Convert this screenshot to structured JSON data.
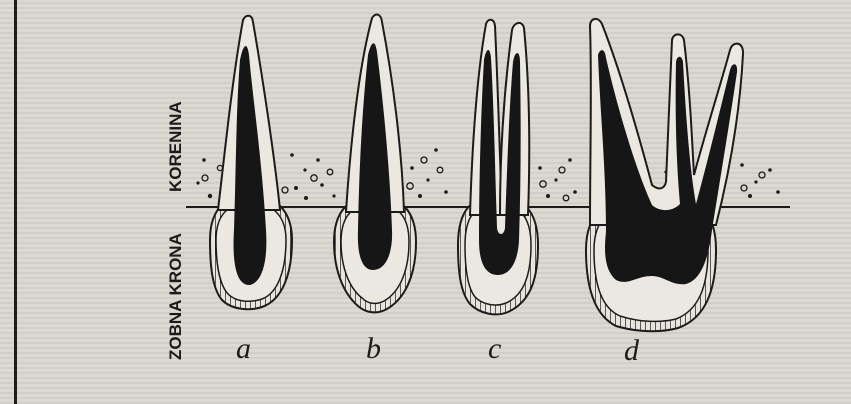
{
  "figure": {
    "vertical_labels": {
      "root": "KORENINA",
      "crown": "ZOBNA KRONA"
    },
    "tooth_labels": [
      "a",
      "b",
      "c",
      "d"
    ]
  },
  "colors": {
    "ink": "#1b1b1b",
    "paper": "#dcd9d2"
  }
}
